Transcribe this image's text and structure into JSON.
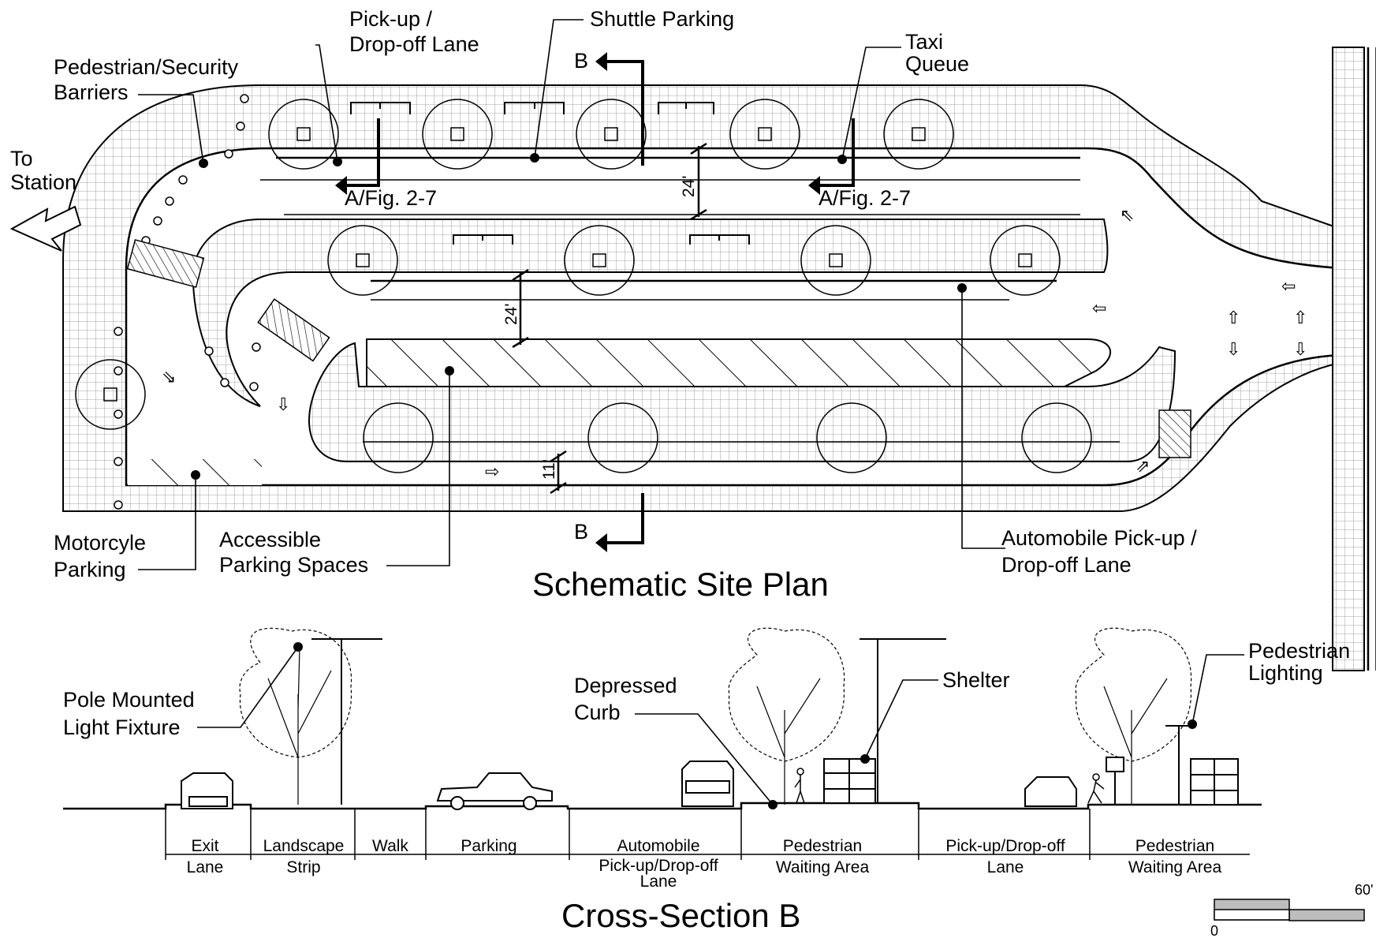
{
  "site_plan": {
    "title": "Schematic Site Plan",
    "callouts": {
      "pedestrian_barriers": [
        "Pedestrian/Security",
        "Barriers"
      ],
      "pickup_lane": [
        "Pick-up /",
        "Drop-off Lane"
      ],
      "shuttle_parking": "Shuttle Parking",
      "taxi_queue": [
        "Taxi",
        "Queue"
      ],
      "to_station": [
        "To",
        "Station"
      ],
      "motorcycle_parking": [
        "Motorcyle",
        "Parking"
      ],
      "accessible_parking": [
        "Accessible",
        "Parking Spaces"
      ],
      "auto_lane": [
        "Automobile Pick-up /",
        "Drop-off Lane"
      ]
    },
    "section_marks": {
      "section_b": "B",
      "fig_a_left": "A/Fig. 2-7",
      "fig_a_right": "A/Fig. 2-7"
    },
    "dimensions": [
      "24'",
      "24'",
      "11'"
    ]
  },
  "cross_section": {
    "title": "Cross-Section B",
    "callouts": {
      "pole_light": [
        "Pole Mounted",
        "Light Fixture"
      ],
      "depressed_curb": [
        "Depressed",
        "Curb"
      ],
      "shelter": "Shelter",
      "pedestrian_lighting": [
        "Pedestrian",
        "Lighting"
      ]
    },
    "segments": [
      {
        "lines": [
          "Exit",
          "Lane"
        ]
      },
      {
        "lines": [
          "Landscape",
          "Strip"
        ]
      },
      {
        "lines": [
          "Walk"
        ]
      },
      {
        "lines": [
          "Parking"
        ]
      },
      {
        "lines": [
          "Automobile",
          "Pick-up/Drop-off",
          "Lane"
        ]
      },
      {
        "lines": [
          "Pedestrian",
          "Waiting Area"
        ]
      },
      {
        "lines": [
          "Pick-up/Drop-off",
          "Lane"
        ]
      },
      {
        "lines": [
          "Pedestrian",
          "Waiting Area"
        ]
      }
    ]
  },
  "scale_bar": {
    "start": "0",
    "end": "60'"
  }
}
